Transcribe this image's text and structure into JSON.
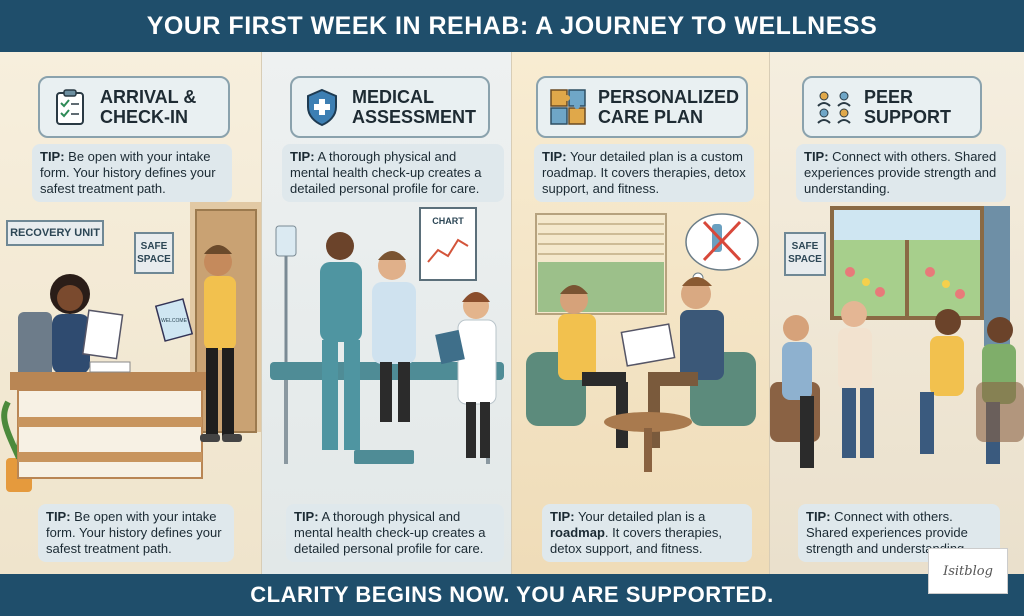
{
  "header": {
    "title": "YOUR FIRST WEEK IN REHAB: A JOURNEY TO WELLNESS"
  },
  "footer": {
    "text": "CLARITY BEGINS NOW. YOU ARE SUPPORTED."
  },
  "steps": [
    {
      "title": "ARRIVAL &\nCHECK-IN",
      "icon": "clipboard-icon",
      "tip_label": "TIP:",
      "tip_top": " Be open with your intake form. Your history defines your safest treatment path.",
      "tip_bottom": " Be open with your intake form. Your history defines your safest treatment path."
    },
    {
      "title": "MEDICAL\nASSESSMENT",
      "icon": "shield-cross-icon",
      "tip_label": "TIP:",
      "tip_top": " A thorough physical and mental health check-up creates a detailed personal profile for care.",
      "tip_bottom": " A thorough physical and mental health check-up creates a detailed personal profile for care."
    },
    {
      "title": "PERSONALIZED\nCARE PLAN",
      "icon": "puzzle-icon",
      "tip_label": "TIP:",
      "tip_top": " Your detailed plan is a custom roadmap. It covers therapies, detox support, and fitness.",
      "tip_bottom_a": " Your detailed plan is a ",
      "tip_bottom_b": "roadmap",
      "tip_bottom_c": ". It covers therapies, detox support, and fitness."
    },
    {
      "title": "PEER\nSUPPORT",
      "icon": "group-icon",
      "tip_label": "TIP:",
      "tip_top": " Connect with others. Shared experiences provide strength and understanding.",
      "tip_bottom": " Connect with others. Shared experiences provide strength and understanding."
    }
  ],
  "signs": {
    "recovery_unit": "RECOVERY UNIT",
    "safe_space_1": "SAFE\nSPACE",
    "safe_space_2": "SAFE\nSPACE",
    "chart": "CHART",
    "welcome": "WELCOME"
  },
  "logo": {
    "text": "Isitblog"
  }
}
